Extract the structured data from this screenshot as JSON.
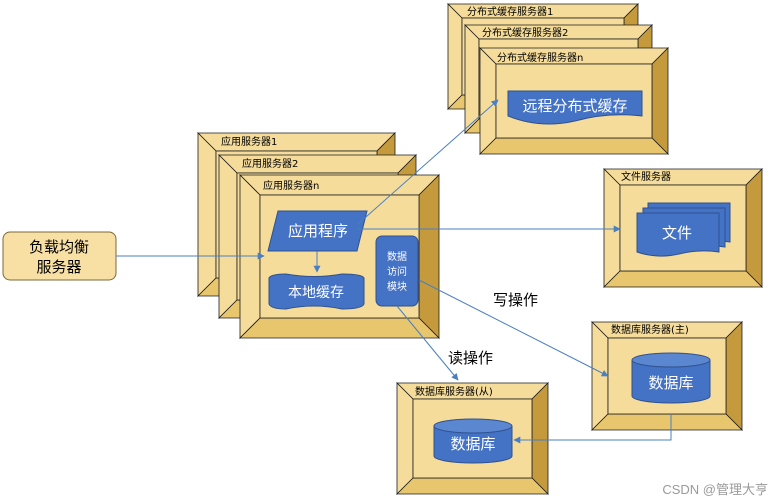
{
  "load_balancer": {
    "line1": "负载均衡",
    "line2": "服务器"
  },
  "app_servers": {
    "server1": "应用服务器1",
    "server2": "应用服务器2",
    "server_n": "应用服务器n",
    "application": "应用程序",
    "local_cache": "本地缓存",
    "data_access": {
      "line1": "数据",
      "line2": "访问",
      "line3": "模块"
    }
  },
  "cache_servers": {
    "server1": "分布式缓存服务器1",
    "server2": "分布式缓存服务器2",
    "server_n": "分布式缓存服务器n",
    "remote_cache": "远程分布式缓存"
  },
  "file_server": {
    "title": "文件服务器",
    "file": "文件"
  },
  "db_master": {
    "title": "数据库服务器(主)",
    "db": "数据库"
  },
  "db_slave": {
    "title": "数据库服务器(从)",
    "db": "数据库"
  },
  "edges": {
    "write_op": "写操作",
    "read_op": "读操作"
  },
  "watermark": "CSDN @管理大亨",
  "colors": {
    "frame_face": "#f5dc9a",
    "frame_bevel": "#e8c66e",
    "frame_bevel_dark": "#c49a3c",
    "frame_border": "#1e1e1e",
    "shape_fill": "#4472c4",
    "shape_border": "#2f528f",
    "arrow": "#4a7fc1"
  }
}
